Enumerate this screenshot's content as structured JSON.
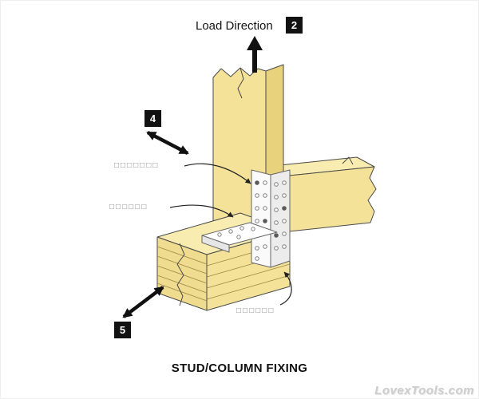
{
  "header": {
    "load_direction_label": "Load Direction",
    "load_badge": "2"
  },
  "annotations": {
    "badge_4": "4",
    "badge_5": "5",
    "label_top_flange": "□□□□□□□",
    "label_side_flange": "□□□□□□",
    "label_bottom_flange": "□□□□□□"
  },
  "caption": "STUD/COLUMN FIXING",
  "watermark": "LovexTools.com",
  "colors": {
    "wood_top": "#F8ECB0",
    "wood_front": "#F3E298",
    "wood_side": "#E9D27C",
    "wood_end": "#EFDC8E",
    "metal_light": "#FAFAFA",
    "metal_mid": "#ECECEC",
    "metal_base": "#FFFFFF",
    "metal_flange": "#E6E6E6",
    "arrow_black": "#111111"
  }
}
